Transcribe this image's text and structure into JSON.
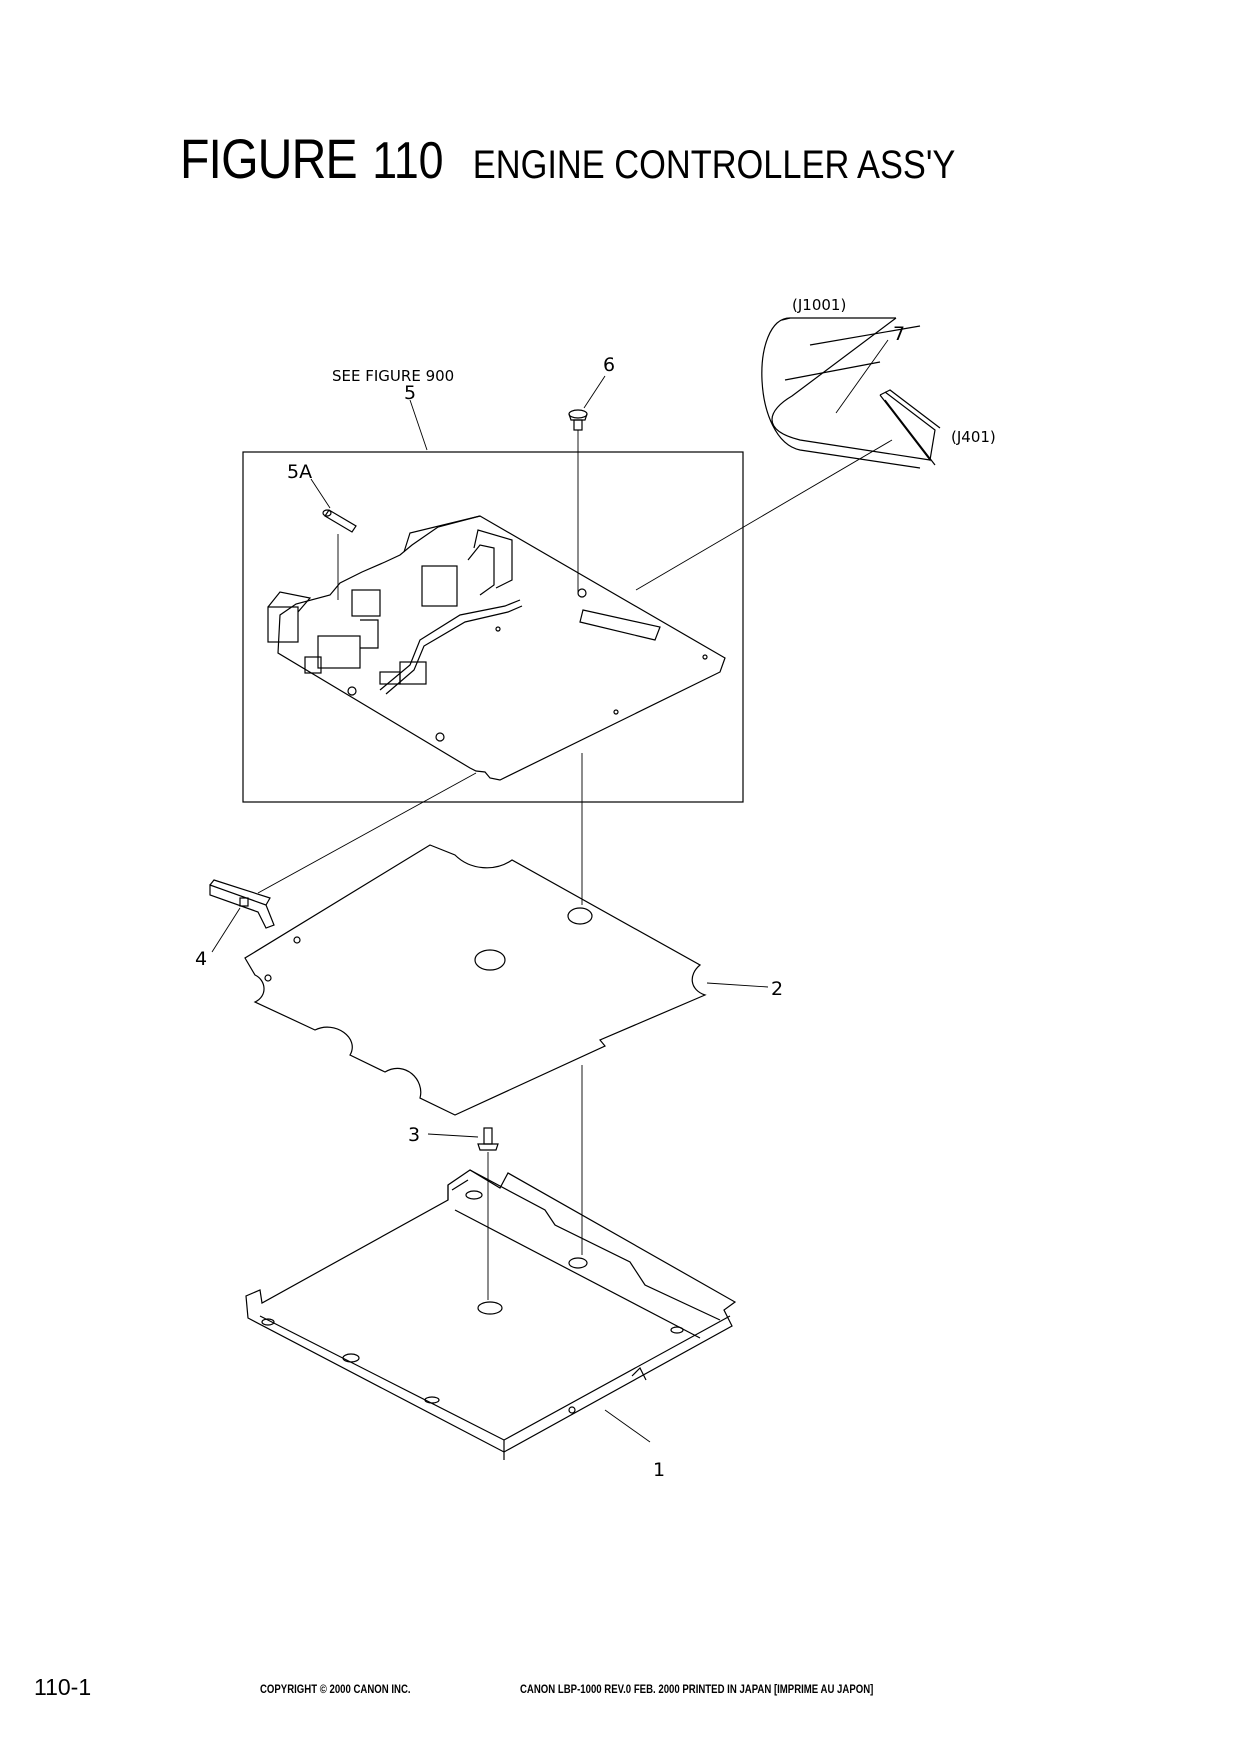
{
  "header": {
    "figure_word": "FIGURE",
    "figure_number": "110",
    "figure_name": "ENGINE CONTROLLER ASS'Y"
  },
  "labels": {
    "see_figure": "SEE FIGURE 900",
    "item_1": "1",
    "item_2": "2",
    "item_3": "3",
    "item_4": "4",
    "item_5": "5",
    "item_5a": "5A",
    "item_6": "6",
    "item_7": "7",
    "connector_j1001": "(J1001)",
    "connector_j401": "(J401)"
  },
  "footer": {
    "page_number": "110-1",
    "copyright": "COPYRIGHT © 2000 CANON INC.",
    "print_info": "CANON LBP-1000 REV.0 FEB. 2000 PRINTED IN JAPAN [IMPRIME AU JAPON]"
  }
}
